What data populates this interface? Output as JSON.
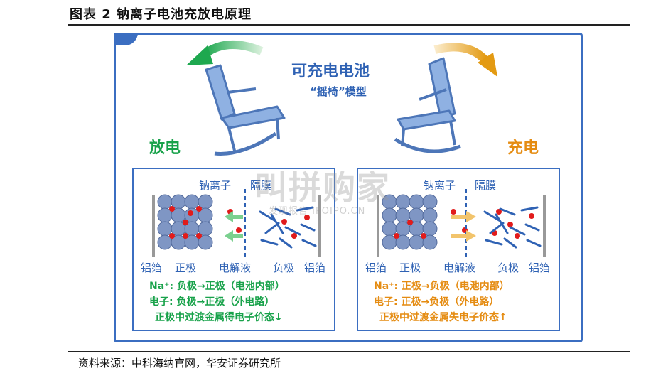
{
  "figure_title": "图表 2 钠离子电池充放电原理",
  "source": "资料来源：中科海纳官网，华安证券研究所",
  "center": {
    "title": "可充电电池",
    "subtitle": "“摇椅”模型"
  },
  "discharge_label": "放电",
  "charge_label": "充电",
  "left_panel": {
    "ion_label": "钠离子",
    "separator_label": "隔膜",
    "bottom_labels": [
      "铝箔",
      "正极",
      "电解液",
      "负极",
      "铝箔"
    ],
    "lines": [
      "Na⁺: 负极→正极（电池内部）",
      "电子: 负极→正极（外电路）",
      "正极中过渡金属得电子价态↓"
    ]
  },
  "right_panel": {
    "ion_label": "钠离子",
    "separator_label": "隔膜",
    "bottom_labels": [
      "铝箔",
      "正极",
      "电解液",
      "负极",
      "铝箔"
    ],
    "lines": [
      "Na⁺: 正极→负极（电池内部）",
      "电子: 正极→负极（外电路）",
      "正极中过渡金属失电子价态↑"
    ]
  },
  "watermark": {
    "main": "叫拼购家",
    "sub": "发现报告 IPOIPO.CN"
  },
  "colors": {
    "blue": "#2f62b4",
    "green": "#18a24a",
    "orange": "#e58c12",
    "red": "#e11b1b"
  }
}
